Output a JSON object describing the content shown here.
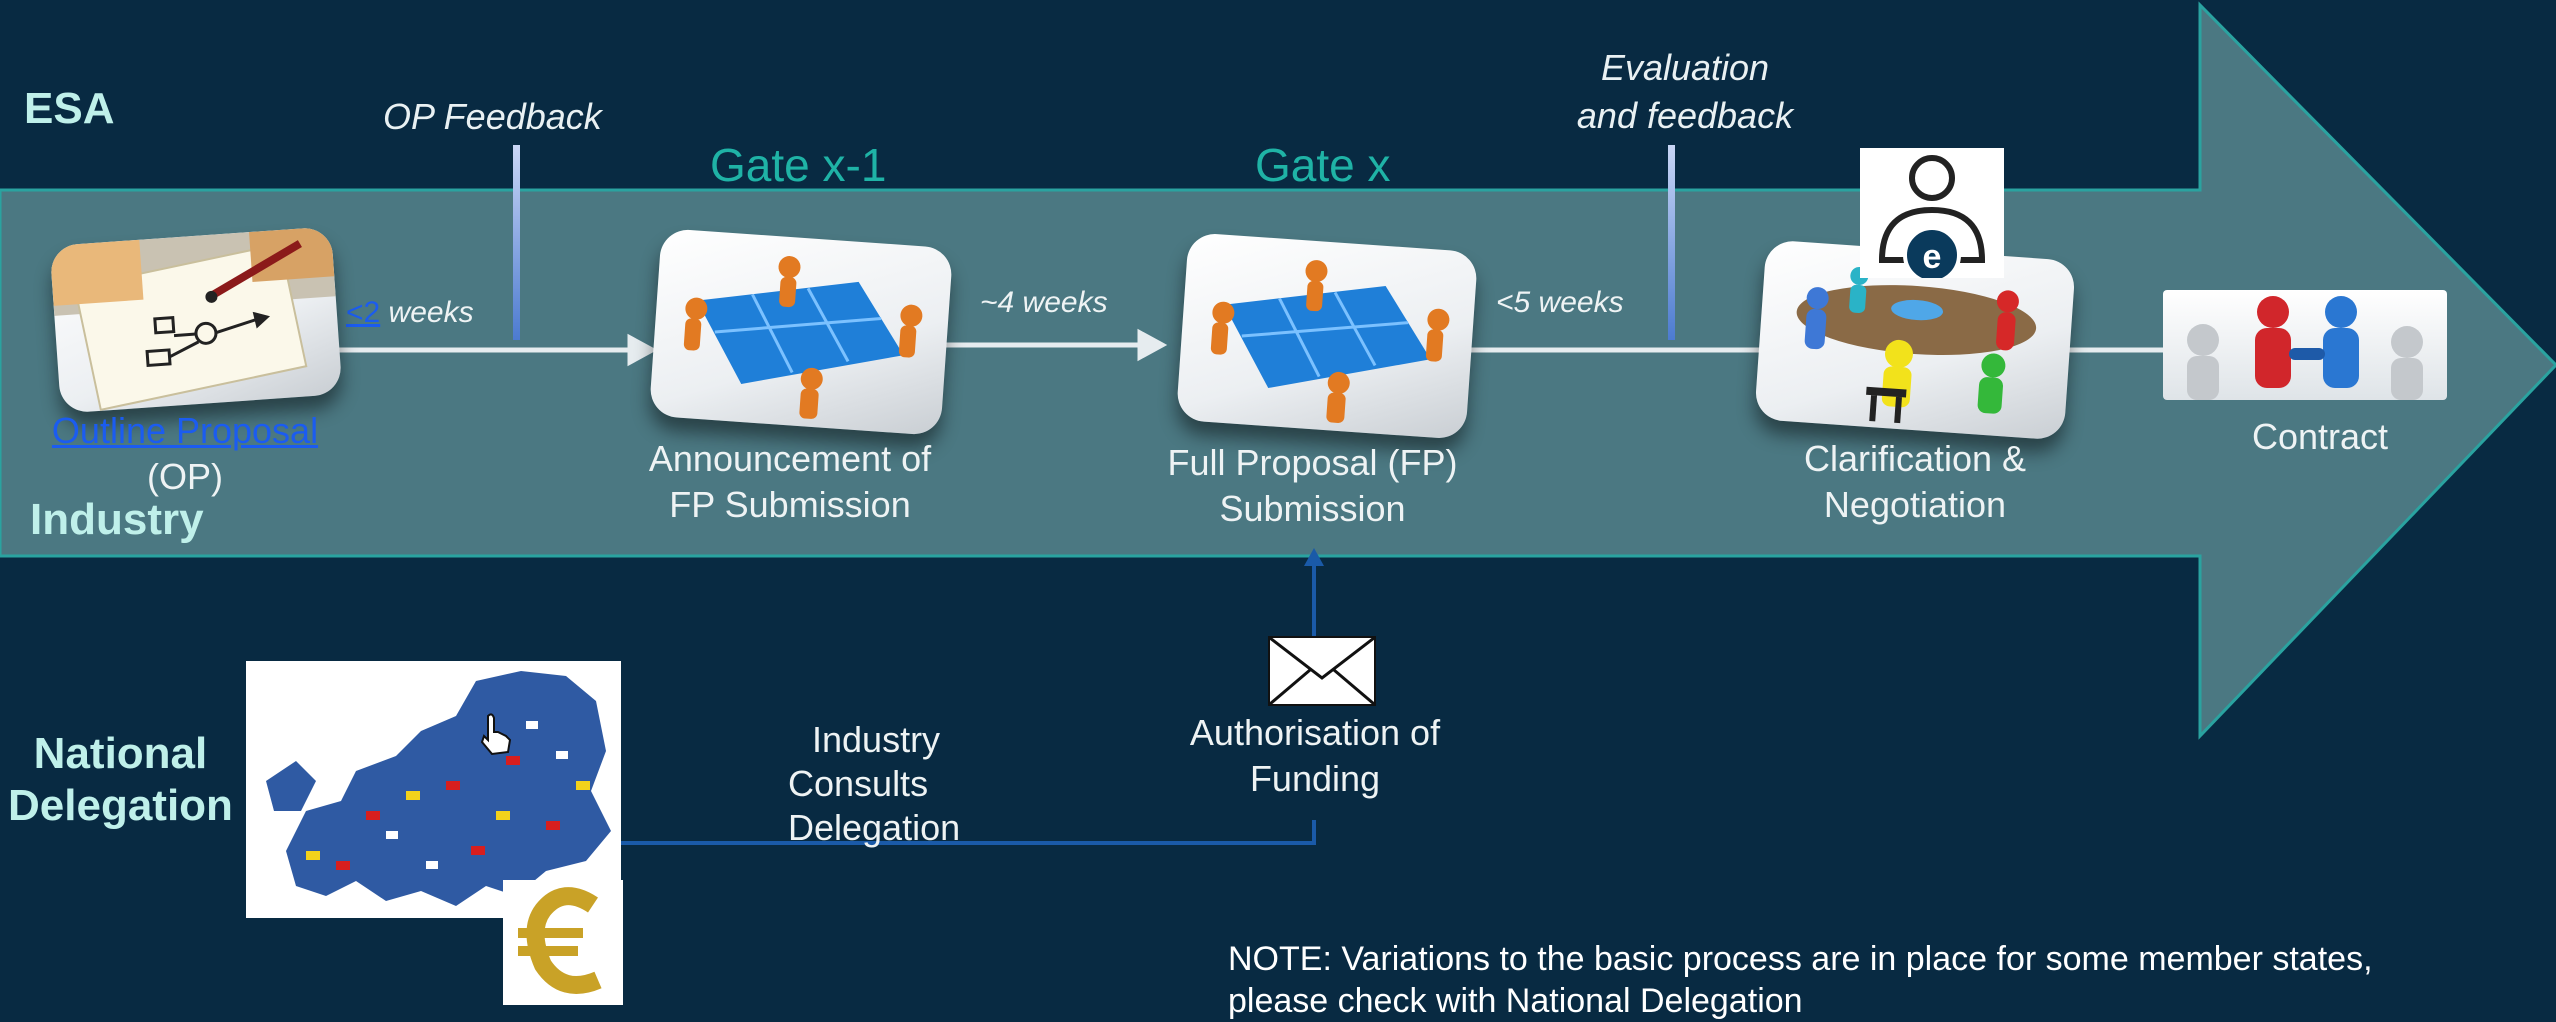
{
  "rows": {
    "top": "ESA",
    "middle": "Industry",
    "bottom": [
      "National",
      "Delegation"
    ]
  },
  "gates": {
    "first": "Gate x-1",
    "second": "Gate x"
  },
  "feedback": {
    "op": "OP Feedback",
    "evaluation": [
      "Evaluation",
      "and feedback"
    ]
  },
  "stages": {
    "outline": {
      "link": "Outline Proposal",
      "abbr": "(OP)"
    },
    "announcement": [
      "Announcement of",
      "FP Submission"
    ],
    "full": [
      "Full Proposal (FP)",
      "Submission"
    ],
    "clarification": [
      "Clarification &",
      "Negotiation"
    ],
    "contract": "Contract"
  },
  "durations": {
    "d1_link": "<2",
    "d1_rest": " weeks",
    "d2": "~4 weeks",
    "d3": "<5 weeks"
  },
  "national": {
    "consults": [
      "Industry",
      "Consults",
      "Delegation"
    ],
    "authorisation": [
      "Authorisation of",
      "Funding"
    ]
  },
  "note": [
    "NOTE: Variations to the basic process are in place for some member states,",
    "please check with National Delegation"
  ],
  "colors": {
    "background": "#082a42",
    "band": "#4b7882",
    "gate": "#1fb3a6",
    "link": "#1b5cf0"
  },
  "icons": [
    "outline-proposal-icon",
    "puzzle-team-icon",
    "meeting-table-icon",
    "handshake-icon",
    "envelope-icon",
    "europe-map-icon",
    "euro-icon",
    "user-seal-icon",
    "hand-cursor-icon"
  ]
}
